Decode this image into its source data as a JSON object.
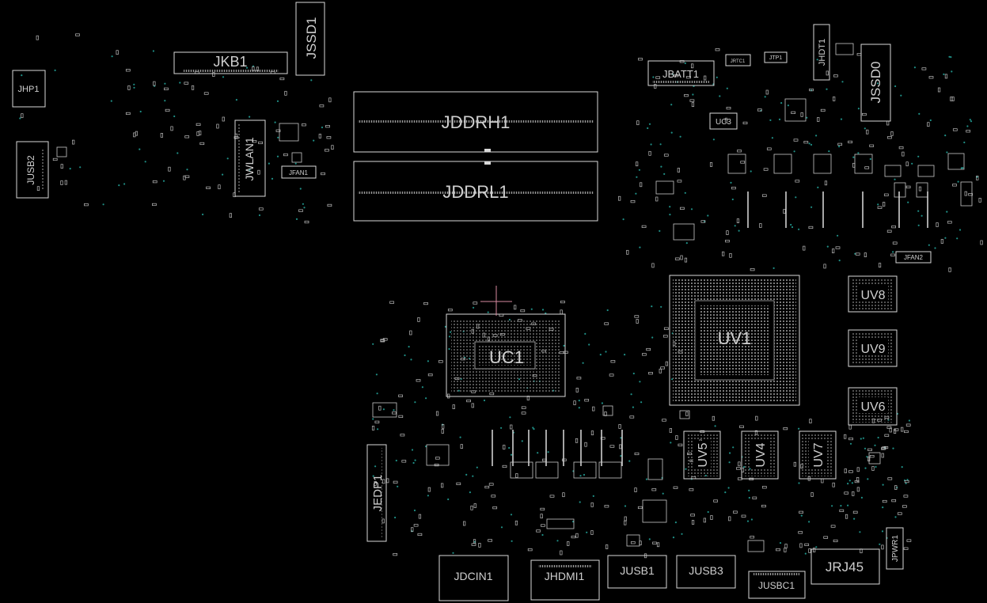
{
  "components": {
    "jkb1": "JKB1",
    "jssd1": "JSSD1",
    "jhp1": "JHP1",
    "jusb2": "JUSB2",
    "jwlan1": "JWLAN1",
    "jfan1": "JFAN1",
    "jddrh1": "JDDRH1",
    "jddrl1": "JDDRL1",
    "jbatt1": "JBATT1",
    "jrtc1": "JRTC1",
    "jtp1": "JTP1",
    "jhdt1": "JHDT1",
    "jssd0": "JSSD0",
    "uc3": "UC3",
    "jfan2": "JFAN2",
    "uc1": "UC1",
    "uv1": "UV1",
    "uv8": "UV8",
    "uv9": "UV9",
    "uv6": "UV6",
    "uv5": "UV5",
    "uv4": "UV4",
    "uv7": "UV7",
    "jedp1": "JEDP1",
    "jdcin1": "JDCIN1",
    "jhdmi1": "JHDMI1",
    "jusb1": "JUSB1",
    "jusb3": "JUSB3",
    "jusbc1": "JUSBC1",
    "jrj45": "JRJ45",
    "jpwr1": "JPWR1"
  },
  "colors": {
    "background": "#000000",
    "outline": "#d8d8d8",
    "label": "#cfcfcf",
    "via": "#1f8f86",
    "crosshair": "#d88aa0"
  }
}
